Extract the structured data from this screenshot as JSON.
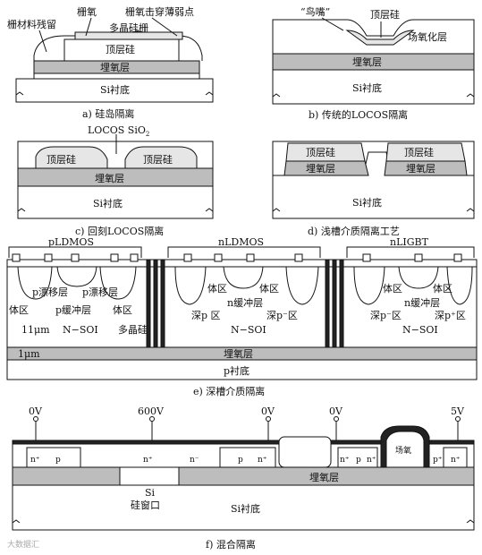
{
  "panel_a": {
    "label_residue": "栅材料残留",
    "label_gate_oxide": "栅氧",
    "label_breakdown": "栅氧击穿薄弱点",
    "label_poly_gate": "多晶硅栅",
    "label_top_si": "顶层硅",
    "label_box": "埋氧层",
    "label_sub": "Si衬底",
    "caption": "a) 硅岛隔离"
  },
  "panel_b": {
    "label_bird_beak": "“鸟嘴”",
    "label_top_si": "顶层硅",
    "label_field_oxide": "场氧化层",
    "label_box": "埋氧层",
    "label_sub": "Si衬底",
    "caption": "b) 传统的LOCOS隔离"
  },
  "panel_c": {
    "label_locos": "LOCOS SiO",
    "label_locos_sub": "2",
    "label_top_si_l": "顶层硅",
    "label_top_si_r": "顶层硅",
    "label_box": "埋氧层",
    "label_sub": "Si衬底",
    "caption": "c) 回刻LOCOS隔离"
  },
  "panel_d": {
    "label_top_si_l": "顶层硅",
    "label_top_si_r": "顶层硅",
    "label_box_l": "埋氧层",
    "label_box_r": "埋氧层",
    "label_sub": "Si衬底",
    "caption": "d) 浅槽介质隔离工艺"
  },
  "panel_e": {
    "dev1": "pLDMOS",
    "dev2": "nLDMOS",
    "dev3": "nLIGBT",
    "p_drift_1": "p漂移层",
    "p_drift_2": "p漂移层",
    "body_1": "体区",
    "p_buffer": "p缓冲层",
    "body_2": "体区",
    "thickness_soi": "11μm",
    "nsoi_1": "N−SOI",
    "poly": "多晶硅",
    "body_3": "体区",
    "body_4": "体区",
    "deep_p_1": "深p 区",
    "n_buffer_1": "n缓冲层",
    "deep_p_2": "深p⁻区",
    "nsoi_2": "N−SOI",
    "body_5": "体区",
    "body_6": "体区",
    "deep_p_3": "深p⁻区",
    "n_buffer_2": "n缓冲层",
    "deep_p_4": "深p⁺区",
    "nsoi_3": "N−SOI",
    "box": "埋氧层",
    "thickness_box": "1μm",
    "sub": "p衬底",
    "caption": "e) 深槽介质隔离"
  },
  "panel_f": {
    "v1": "0V",
    "v2": "600V",
    "v3": "0V",
    "v4": "0V",
    "v5": "5V",
    "n1": "n⁺",
    "p1": "p",
    "n2": "n⁺",
    "n_minus": "n⁻",
    "p2": "p",
    "n3": "n⁺",
    "n4": "n⁺",
    "p3": "p",
    "n5": "n⁺",
    "field_oxide": "场氧",
    "p4": "p⁺",
    "n6": "n⁺",
    "box": "埋氧层",
    "si_window_1": "Si",
    "si_window_2": "硅窗口",
    "sub": "Si衬底",
    "caption": "f) 混合隔离"
  },
  "watermark": "大数据汇"
}
